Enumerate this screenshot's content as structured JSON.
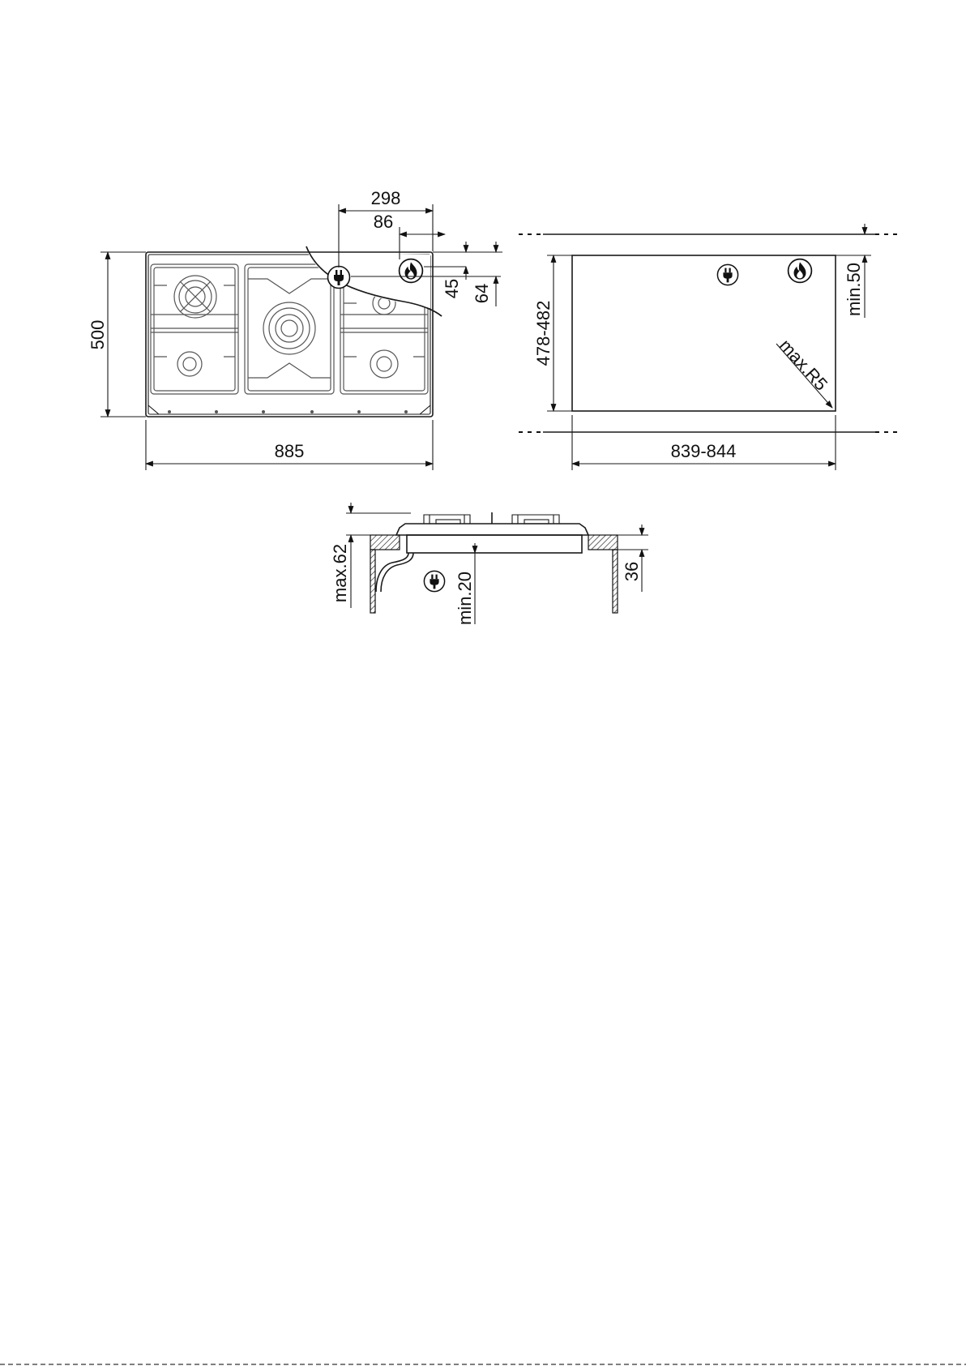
{
  "top_view": {
    "width": "885",
    "depth": "500",
    "plug_offset": "298",
    "gas_offset": "86",
    "gas_depth": "45",
    "plug_depth": "64"
  },
  "cutout": {
    "width": "839-844",
    "depth": "478-482",
    "min_rear": "min.50",
    "corner_radius": "max.R5"
  },
  "side_view": {
    "max_height": "max.62",
    "min_clearance": "min.20",
    "worktop": "36"
  },
  "icons": {
    "plug": "electric-plug-icon",
    "gas": "gas-flame-icon"
  }
}
